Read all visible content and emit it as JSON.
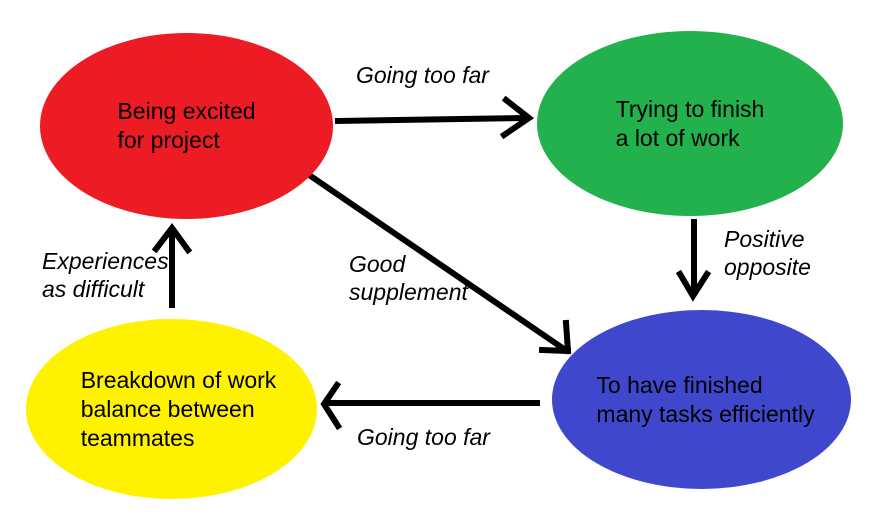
{
  "canvas": {
    "background": "#ffffff",
    "text_color": "#000000",
    "arrow_color": "#000000"
  },
  "nodes": [
    {
      "name": "being-excited-for-project",
      "color": "#ed1c24",
      "lines": [
        "Being excited",
        "for project"
      ]
    },
    {
      "name": "trying-to-finish-a-lot-of-work",
      "color": "#22b14c",
      "lines": [
        "Trying to finish",
        "a lot of work"
      ]
    },
    {
      "name": "to-have-finished-many-tasks-efficiently",
      "color": "#3f48cc",
      "lines": [
        "To have finished",
        "many tasks efficiently"
      ]
    },
    {
      "name": "breakdown-of-work-balance-between-teammates",
      "color": "#fff200",
      "lines": [
        "Breakdown of work",
        "balance between",
        "teammates"
      ]
    }
  ],
  "edges": [
    {
      "from": "being-excited-for-project",
      "to": "trying-to-finish-a-lot-of-work",
      "direction": "right",
      "label_lines": [
        "Going too far"
      ]
    },
    {
      "from": "trying-to-finish-a-lot-of-work",
      "to": "to-have-finished-many-tasks-efficiently",
      "direction": "down",
      "label_lines": [
        "Positive",
        "opposite"
      ]
    },
    {
      "from": "being-excited-for-project",
      "to": "to-have-finished-many-tasks-efficiently",
      "direction": "diagonal-down-right",
      "label_lines": [
        "Good",
        "supplement"
      ]
    },
    {
      "from": "to-have-finished-many-tasks-efficiently",
      "to": "breakdown-of-work-balance-between-teammates",
      "direction": "left",
      "label_lines": [
        "Going too far"
      ]
    },
    {
      "from": "breakdown-of-work-balance-between-teammates",
      "to": "being-excited-for-project",
      "direction": "up",
      "label_lines": [
        "Experiences",
        "as difficult"
      ]
    }
  ]
}
